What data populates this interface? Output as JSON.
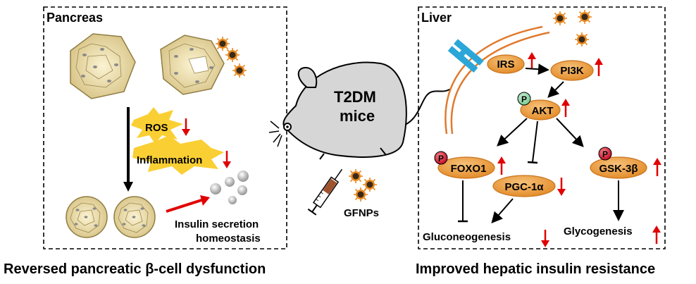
{
  "pancreas": {
    "title": "Pancreas",
    "ros": "ROS",
    "inflammation": "Inflammation",
    "insulin_line1": "Insulin secretion",
    "insulin_line2": "homeostasis",
    "caption": "Reversed pancreatic β-cell dysfunction"
  },
  "mouse": {
    "line1": "T2DM",
    "line2": "mice",
    "injection": "GFNPs"
  },
  "liver": {
    "title": "Liver",
    "irs": "IRS",
    "pi3k": "PI3K",
    "akt": "AKT",
    "p": "P",
    "foxo1": "FOXO1",
    "pgc": "PGC-1α",
    "gsk": "GSK-3β",
    "gluconeogenesis": "Gluconeogenesis",
    "glycogenesis": "Glycogenesis",
    "caption": "Improved hepatic insulin resistance"
  },
  "colors": {
    "node_fill": "#f2a74b",
    "node_stroke": "#c8741e",
    "up_arrow": "#e00000",
    "down_arrow": "#e00000",
    "membrane": "#e07a2e",
    "receptor": "#2aa6d8",
    "islet_fill": "#f3e3a8",
    "nanoparticle": "#e8891f"
  }
}
